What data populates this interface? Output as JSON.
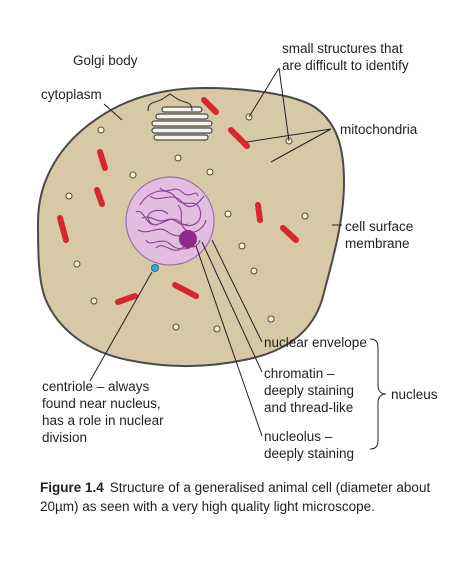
{
  "labels": {
    "golgi": "Golgi body",
    "cytoplasm": "cytoplasm",
    "small_structures": [
      "small structures that",
      "are difficult to identify"
    ],
    "mitochondria": "mitochondria",
    "cell_membrane": [
      "cell surface",
      "membrane"
    ],
    "nuclear_envelope": "nuclear envelope",
    "chromatin": [
      "chromatin –",
      "deeply staining",
      "and thread-like"
    ],
    "nucleus": "nucleus",
    "nucleolus": [
      "nucleolus –",
      "deeply staining"
    ],
    "centriole": [
      "centriole – always",
      "found near nucleus,",
      "has a role in nuclear",
      "division"
    ]
  },
  "caption": {
    "number": "Figure 1.4",
    "text": "Structure of a generalised animal cell (diameter about 20µm) as seen with a very high quality light microscope."
  },
  "colors": {
    "cytoplasm": "#d8c9a6",
    "membrane": "#4a4a4a",
    "nucleus": "#e2bde0",
    "chromatin": "#8a3d8f",
    "nucleolus": "#8e2a87",
    "mitochondria": "#d7262e",
    "granules": "#fff7c2",
    "centriole": "#3fa7d6",
    "leader_lines": "#231f20"
  }
}
